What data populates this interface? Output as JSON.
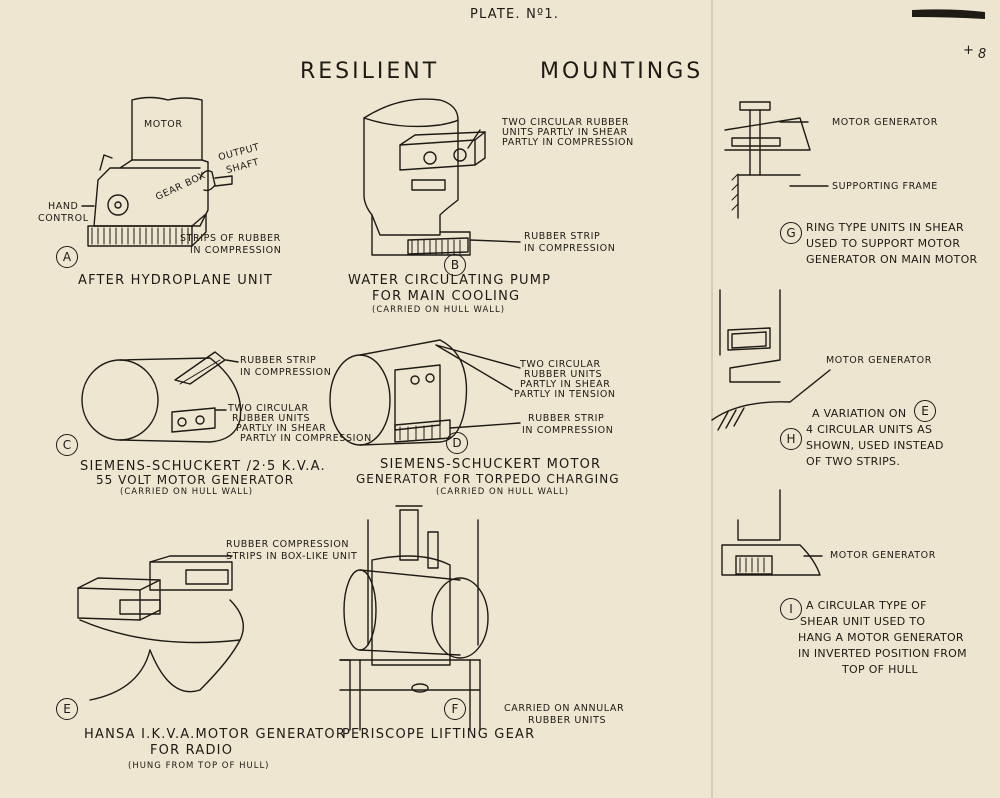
{
  "plate_number": "PLATE. Nº1.",
  "page_mark": "8",
  "corner_mark": "+",
  "title_left": "RESILIENT",
  "title_right": "MOUNTINGS",
  "figures": {
    "A": {
      "letter": "A",
      "caption": "AFTER HYDROPLANE UNIT",
      "labels": {
        "motor": "MOTOR",
        "gear_box": "GEAR BOX",
        "output_1": "OUTPUT",
        "output_2": "SHAFT",
        "hand_1": "HAND",
        "hand_2": "CONTROL",
        "strips_1": "STRIPS OF RUBBER",
        "strips_2": "IN COMPRESSION"
      }
    },
    "B": {
      "letter": "B",
      "caption_1": "WATER CIRCULATING PUMP",
      "caption_2": "FOR MAIN COOLING",
      "note": "(CARRIED ON HULL WALL)",
      "labels": {
        "units_1": "TWO CIRCULAR RUBBER",
        "units_2": "UNITS PARTLY IN SHEAR",
        "units_3": "PARTLY IN COMPRESSION",
        "strip_1": "RUBBER STRIP",
        "strip_2": "IN COMPRESSION"
      }
    },
    "C": {
      "letter": "C",
      "caption_1": "SIEMENS-SCHUCKERT /2·5 K.V.A.",
      "caption_2": "55 VOLT MOTOR GENERATOR",
      "note": "(CARRIED ON HULL WALL)",
      "labels": {
        "strip_1": "RUBBER STRIP",
        "strip_2": "IN COMPRESSION",
        "units_1": "TWO CIRCULAR",
        "units_2": "RUBBER UNITS",
        "units_3": "PARTLY IN SHEAR",
        "units_4": "PARTLY IN COMPRESSION"
      }
    },
    "D": {
      "letter": "D",
      "caption_1": "SIEMENS-SCHUCKERT MOTOR",
      "caption_2": "GENERATOR FOR TORPEDO CHARGING",
      "note": "(CARRIED ON HULL WALL)",
      "labels": {
        "units_1": "TWO CIRCULAR",
        "units_2": "RUBBER UNITS",
        "units_3": "PARTLY IN SHEAR",
        "units_4": "PARTLY IN TENSION",
        "strip_1": "RUBBER STRIP",
        "strip_2": "IN COMPRESSION"
      }
    },
    "E": {
      "letter": "E",
      "caption_1": "HANSA I.K.V.A.MOTOR GENERATOR",
      "caption_2": "FOR RADIO",
      "note": "(HUNG FROM TOP OF HULL)",
      "labels": {
        "strips_1": "RUBBER COMPRESSION",
        "strips_2": "STRIPS IN BOX-LIKE UNIT"
      }
    },
    "F": {
      "letter": "F",
      "caption": "PERISCOPE LIFTING GEAR",
      "labels": {
        "note_1": "CARRIED ON ANNULAR",
        "note_2": "RUBBER UNITS"
      }
    },
    "G": {
      "letter": "G",
      "labels": {
        "motor_generator": "MOTOR GENERATOR",
        "supporting_frame": "SUPPORTING FRAME"
      },
      "text_1": "RING TYPE UNITS IN SHEAR",
      "text_2": "USED TO SUPPORT MOTOR",
      "text_3": "GENERATOR ON MAIN MOTOR"
    },
    "H": {
      "letter": "H",
      "ref_letter": "E",
      "labels": {
        "motor_generator": "MOTOR GENERATOR"
      },
      "text_1": "A VARIATION ON",
      "text_2": "4 CIRCULAR UNITS AS",
      "text_3": "SHOWN, USED INSTEAD",
      "text_4": "OF TWO STRIPS."
    },
    "I": {
      "letter": "I",
      "labels": {
        "motor_generator": "MOTOR GENERATOR"
      },
      "text_1": "A CIRCULAR TYPE OF",
      "text_2": "SHEAR UNIT USED TO",
      "text_3": "HANG A MOTOR GENERATOR",
      "text_4": "IN INVERTED POSITION FROM",
      "text_5": "TOP OF HULL"
    }
  }
}
